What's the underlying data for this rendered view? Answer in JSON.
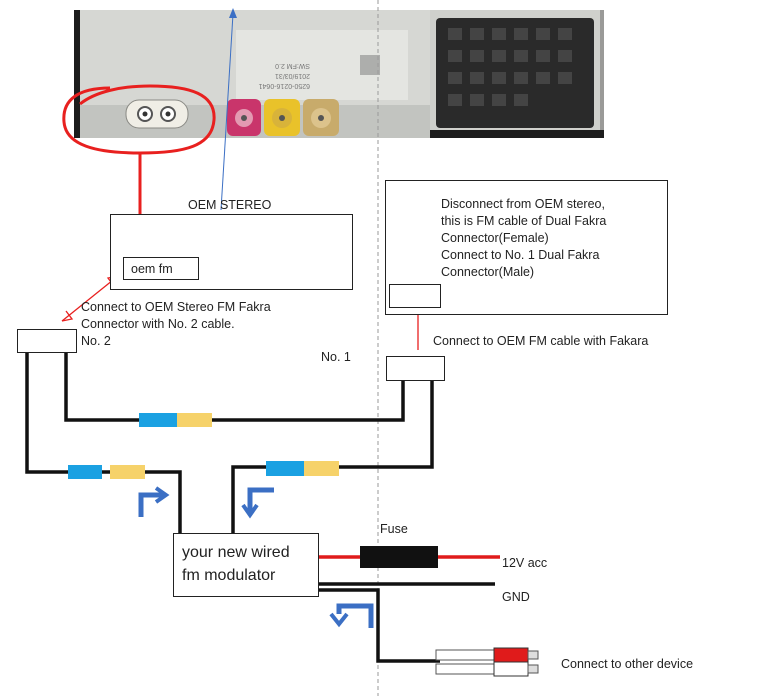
{
  "labels": {
    "oem_stereo": "OEM STEREO",
    "oem_fm": "oem fm",
    "connect_no2_line1": "Connect to OEM Stereo FM Fakra",
    "connect_no2_line2": "Connector with No. 2 cable.",
    "no2": "No. 2",
    "no1": "No. 1",
    "disconnect_note": [
      "Disconnect from OEM stereo,",
      "this is FM cable of Dual Fakra",
      "Connector(Female)",
      "Connect to No. 1 Dual Fakra",
      "Connector(Male)"
    ],
    "connect_fakara": "Connect to OEM FM cable with Fakara",
    "modulator_line1": "your new wired",
    "modulator_line2": "fm modulator",
    "fuse": "Fuse",
    "acc": "12V acc",
    "gnd": "GND",
    "other_device": "Connect to other device"
  },
  "stereo_photo": {
    "sticker_text": [
      "6250-0216-0641",
      "2019/03/31",
      "SW:FM 2.0"
    ]
  },
  "colors": {
    "circle_red": "#e8201f",
    "arrow_blue": "#3b6fc4",
    "sleeve_blue": "#1ba1e2",
    "sleeve_yellow": "#f6d26a",
    "wire_red": "#e01b1b",
    "stereo_gray": "#d9dad6",
    "fakra_pink": "#c9356b",
    "fakra_yellow": "#e9c22a",
    "fakra_beige": "#c8ab6b"
  }
}
